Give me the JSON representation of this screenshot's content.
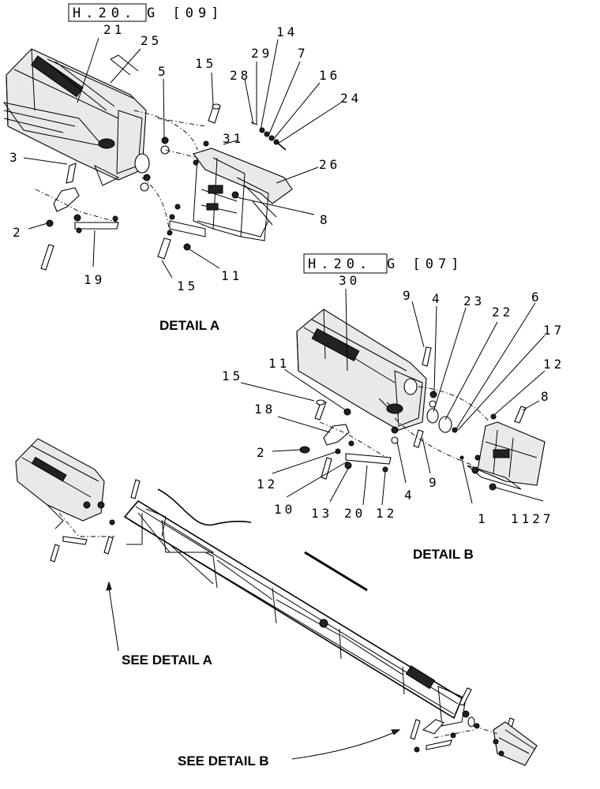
{
  "diagram": {
    "ref_top": {
      "left": "H.20.",
      "right": "G [09]"
    },
    "ref_mid": {
      "left": "H.20.",
      "right": "G [07]"
    },
    "captions": {
      "detail_a": "DETAIL A",
      "detail_b": "DETAIL B",
      "see_a": "SEE DETAIL A",
      "see_b": "SEE DETAIL B"
    },
    "detail_a_labels": {
      "l21": "21",
      "l25": "25",
      "l5": "5",
      "l15a": "15",
      "l14": "14",
      "l29": "29",
      "l7": "7",
      "l28": "28",
      "l16": "16",
      "l24": "24",
      "l31": "31",
      "l26": "26",
      "l3": "3",
      "l8": "8",
      "l2": "2",
      "l19": "19",
      "l15b": "15",
      "l11": "11"
    },
    "detail_b_labels": {
      "l30": "30",
      "l9a": "9",
      "l4a": "4",
      "l23": "23",
      "l6": "6",
      "l22": "22",
      "l17": "17",
      "l11": "11",
      "l12a": "12",
      "l15": "15",
      "l18": "18",
      "l8": "8",
      "l2": "2",
      "l12b": "12",
      "l9b": "9",
      "l10": "10",
      "l13": "13",
      "l20": "20",
      "l12c": "12",
      "l4b": "4",
      "l1": "1",
      "l1127": "1127"
    }
  }
}
